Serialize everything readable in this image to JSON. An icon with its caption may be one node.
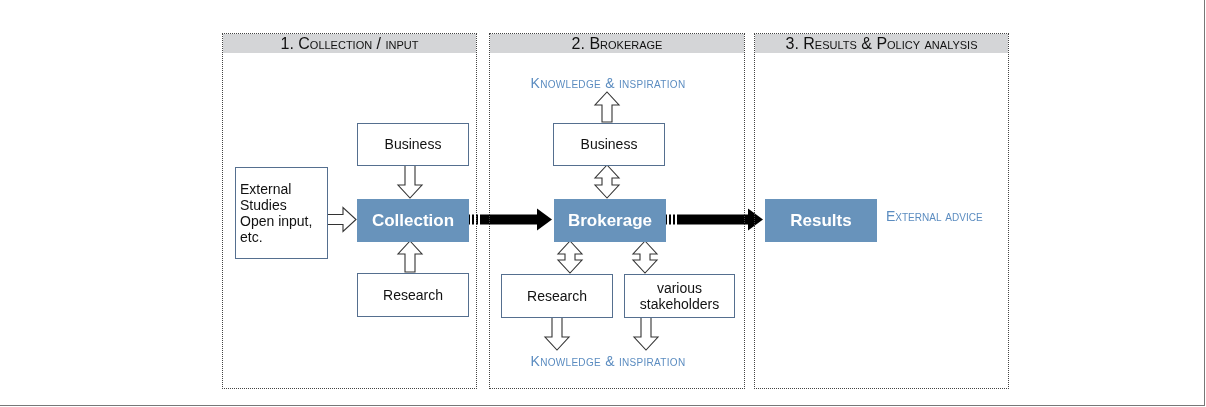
{
  "diagram": {
    "nodes": [
      {
        "text": [
          "1. Collection / input"
        ]
      },
      {
        "text": [
          "External Studies Open input, etc."
        ],
        "in": 0
      },
      {
        "text": [
          "Business"
        ],
        "in": 0
      },
      {
        "text": [
          "Collection"
        ],
        "in": 0
      },
      {
        "text": [
          "Research"
        ],
        "in": 0
      },
      {
        "text": [
          "2. Brokerage"
        ]
      },
      {
        "text": [
          "Knowledge & inspiration"
        ],
        "in": 5
      },
      {
        "text": [
          "Business"
        ],
        "in": 5
      },
      {
        "text": [
          "Brokerage"
        ],
        "in": 5
      },
      {
        "text": [
          "Research"
        ],
        "in": 5
      },
      {
        "text": [
          "various stakeholders"
        ],
        "in": 5
      },
      {
        "text": [
          "Knowledge & inspiration"
        ],
        "in": 5
      },
      {
        "text": [
          "3. Results & Policy analysis"
        ]
      },
      {
        "text": [
          "Results"
        ],
        "in": 12,
        "beside": [
          "External advice"
        ]
      }
    ],
    "edges": [
      {
        "from": 1,
        "to": 3,
        "arrow": "to"
      },
      {
        "from": 2,
        "to": 3,
        "arrow": "to"
      },
      {
        "from": 4,
        "to": 3,
        "arrow": "to"
      },
      {
        "from": 3,
        "to": 8,
        "arrow": "to",
        "style": "dashed"
      },
      {
        "from": 7,
        "to": 6,
        "arrow": "to"
      },
      {
        "from": 8,
        "to": 7,
        "arrow": "both"
      },
      {
        "from": 8,
        "to": 9,
        "arrow": "both"
      },
      {
        "from": 8,
        "to": 10,
        "arrow": "both"
      },
      {
        "from": 9,
        "to": 11,
        "arrow": "to"
      },
      {
        "from": 10,
        "to": 11,
        "arrow": "to"
      },
      {
        "from": 8,
        "to": 13,
        "arrow": "to",
        "style": "dashed"
      }
    ]
  }
}
